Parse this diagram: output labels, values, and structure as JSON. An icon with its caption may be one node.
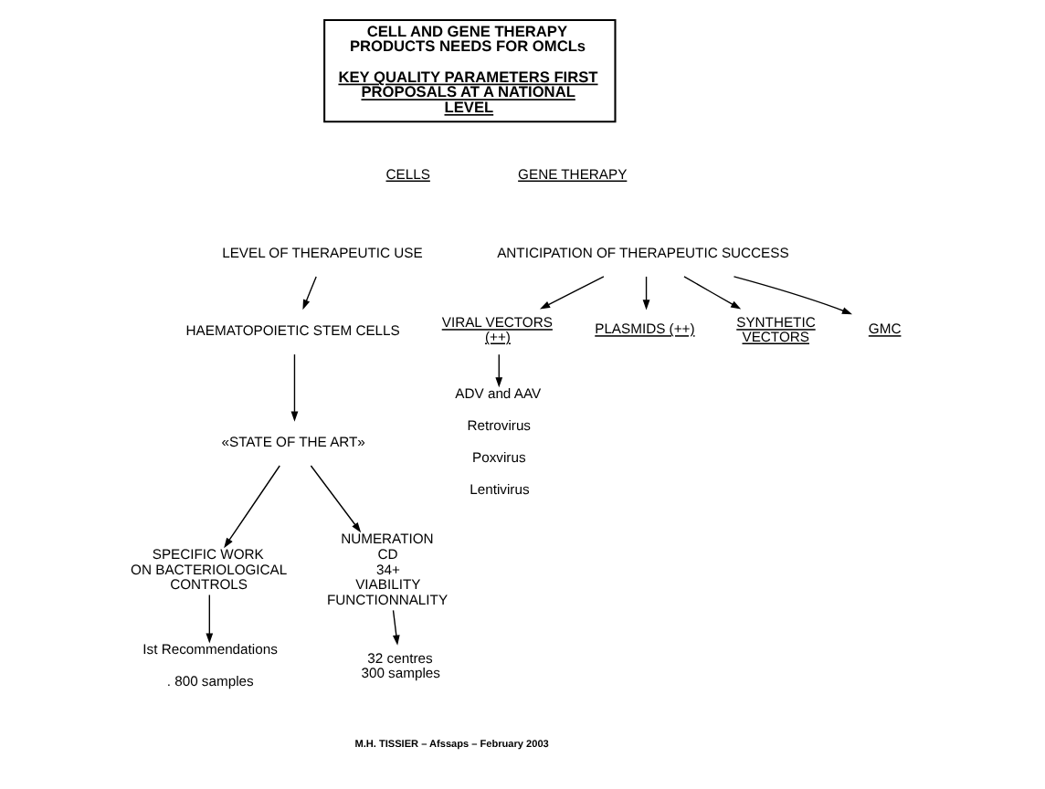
{
  "diagram": {
    "nodes": [
      {
        "text": [
          "CELL AND GENE THERAPY PRODUCTS NEEDS FOR OMCLs",
          "KEY QUALITY PARAMETERS FIRST PROPOSALS AT A NATIONAL LEVEL"
        ]
      },
      {
        "text": [
          "LEVEL OF THERAPEUTIC USE"
        ]
      },
      {
        "text": [
          "HAEMATOPOIETIC STEM CELLS"
        ]
      },
      {
        "text": [
          "«STATE OF THE ART»"
        ]
      },
      {
        "text": [
          "SPECIFIC WORK ON BACTERIOLOGICAL CONTROLS"
        ]
      },
      {
        "text": [
          "NUMERATION CD 34+ VIABILITY FUNCTIONNALITY"
        ]
      },
      {
        "text": [
          "Ist Recommendations",
          ". 800 samples"
        ]
      },
      {
        "text": [
          "32 centres 300 samples"
        ]
      },
      {
        "text": [
          "ANTICIPATION OF THERAPEUTIC SUCCESS"
        ]
      },
      {
        "text": [
          "VIRAL VECTORS (++)"
        ]
      },
      {
        "text": [
          "PLASMIDS (++)"
        ]
      },
      {
        "text": [
          "SYNTHETIC VECTORS"
        ]
      },
      {
        "text": [
          "GMC"
        ]
      },
      {
        "text": [
          "ADV and AAV",
          "Retrovirus",
          "Poxvirus",
          "Lentivirus"
        ]
      }
    ],
    "edges": [
      {
        "from": 1,
        "to": 2,
        "arrow": "to"
      },
      {
        "from": 2,
        "to": 3,
        "arrow": "to"
      },
      {
        "from": 3,
        "to": 4,
        "arrow": "to"
      },
      {
        "from": 3,
        "to": 5,
        "arrow": "to"
      },
      {
        "from": 4,
        "to": 6,
        "arrow": "to"
      },
      {
        "from": 5,
        "to": 7,
        "arrow": "to"
      },
      {
        "from": 8,
        "to": 9,
        "arrow": "to"
      },
      {
        "from": 8,
        "to": 10,
        "arrow": "to"
      },
      {
        "from": 8,
        "to": 11,
        "arrow": "to"
      },
      {
        "from": 8,
        "to": 12,
        "arrow": "to"
      },
      {
        "from": 9,
        "to": 13,
        "arrow": "to"
      }
    ],
    "labels": [
      "CELLS",
      "GENE THERAPY",
      "M.H. TISSIER – Afssaps – February 2003"
    ]
  }
}
